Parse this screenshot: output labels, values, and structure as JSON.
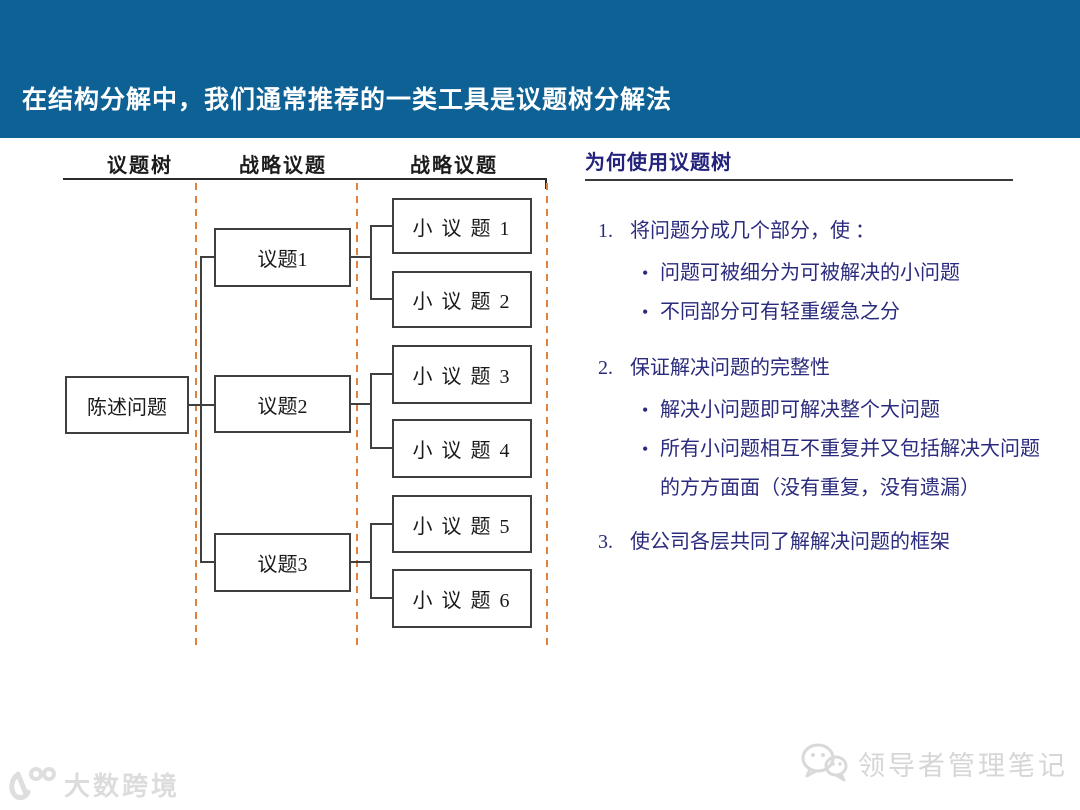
{
  "header": {
    "title": "在结构分解中，我们通常推荐的一类工具是议题树分解法",
    "bg_color": "#0e6195"
  },
  "diagram": {
    "column_headers": [
      "议题树",
      "战略议题",
      "战略议题"
    ],
    "divider_color": "#e0823c",
    "problem_box": {
      "label": "陈述问题"
    },
    "issue_boxes": [
      {
        "label": "议题1"
      },
      {
        "label": "议题2"
      },
      {
        "label": "议题3"
      }
    ],
    "sub_issue_boxes": [
      {
        "label": "小 议 题 1"
      },
      {
        "label": "小 议 题 2"
      },
      {
        "label": "小 议 题 3"
      },
      {
        "label": "小 议 题 4"
      },
      {
        "label": "小 议 题 5"
      },
      {
        "label": "小 议 题 6"
      }
    ]
  },
  "panel": {
    "title": "为何使用议题树",
    "text_color": "#2b2b7e",
    "bullet_glyph": "•",
    "items": [
      {
        "number": "1.",
        "text": "将问题分成几个部分，使 ：",
        "bullets": [
          "问题可被细分为可被解决的小问题",
          "不同部分可有轻重缓急之分"
        ]
      },
      {
        "number": "2.",
        "text": "保证解决问题的完整性",
        "bullets": [
          "解决小问题即可解决整个大问题",
          "所有小问题相互不重复并又包括解决大问题的方方面面（没有重复，没有遗漏）"
        ]
      },
      {
        "number": "3.",
        "text": "使公司各层共同了解解决问题的框架",
        "bullets": []
      }
    ]
  },
  "watermarks": {
    "bottom_left": "大数跨境",
    "bottom_right": "领导者管理笔记"
  }
}
